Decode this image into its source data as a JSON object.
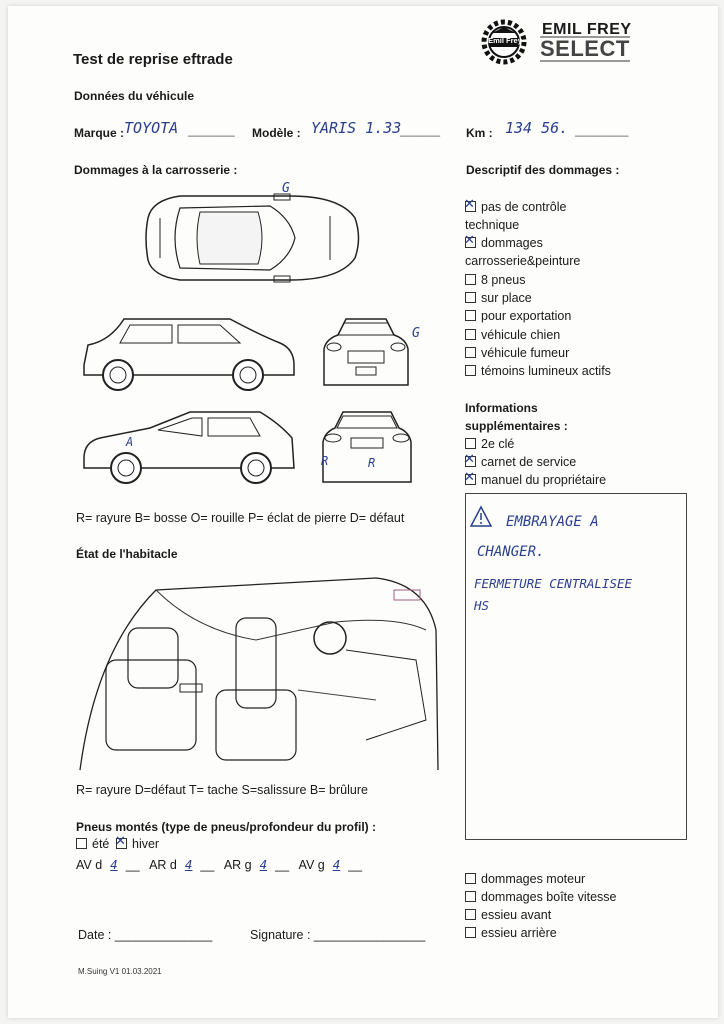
{
  "header": {
    "title": "Test de reprise eftrade",
    "logo_small": "Emil Frey",
    "logo_line1": "EMIL FREY",
    "logo_line2": "SELECT"
  },
  "vehicle": {
    "section": "Données du véhicule",
    "brand_label": "Marque :",
    "brand_value": "TOYOTA",
    "brand_blank": "_______",
    "model_label": "Modèle :",
    "model_value": "YARIS 1.33",
    "model_blank": "______",
    "km_label": "Km :",
    "km_value": "134 56.",
    "km_blank": "________"
  },
  "body_damage": {
    "title": "Dommages à la carrosserie :",
    "legend": "R= rayure B= bosse O= rouille P= éclat de pierre D= défaut",
    "marks": [
      "G",
      "G",
      "A",
      "R",
      "R"
    ]
  },
  "damage_desc": {
    "title": "Descriptif des dommages :",
    "items": [
      {
        "label": "pas de contrôle",
        "label2": "technique",
        "checked": true
      },
      {
        "label": "dommages",
        "label2": "carrosserie&peinture",
        "checked": true
      },
      {
        "label": "8 pneus",
        "checked": false
      },
      {
        "label": "sur place",
        "checked": false
      },
      {
        "label": "pour exportation",
        "checked": false
      },
      {
        "label": "véhicule chien",
        "checked": false
      },
      {
        "label": "véhicule fumeur",
        "checked": false
      },
      {
        "label": "témoins lumineux actifs",
        "checked": false
      }
    ]
  },
  "extra_info": {
    "title1": "Informations",
    "title2": "supplémentaires :",
    "items": [
      {
        "label": "2e clé",
        "checked": false
      },
      {
        "label": "carnet de service",
        "checked": true
      },
      {
        "label": "manuel du propriétaire",
        "checked": true
      }
    ]
  },
  "notes": {
    "warning_icon": "warning-triangle-icon",
    "line1": "EMBRAYAGE A",
    "line2": "CHANGER.",
    "line3": "FERMETURE CENTRALISEE",
    "line4": "HS"
  },
  "interior": {
    "title": "État de l'habitacle",
    "legend": "R= rayure D=défaut T= tache S=salissure B= brûlure"
  },
  "tires": {
    "title": "Pneus montés (type de pneus/profondeur du profil) :",
    "summer": "été",
    "winter": "hiver",
    "winter_checked": true,
    "av_d_label": "AV d",
    "av_d": "4",
    "ar_d_label": "AR d",
    "ar_d": "4",
    "ar_g_label": "AR g",
    "ar_g": "4",
    "av_g_label": "AV g",
    "av_g": "4"
  },
  "mechanics": {
    "items": [
      "dommages moteur",
      "dommages boîte vitesse",
      "essieu avant",
      "essieu arrière"
    ]
  },
  "footer": {
    "date_label": "Date : ______________",
    "signature_label": "Signature : ________________",
    "version": "M.Suing V1 01.03.2021"
  }
}
